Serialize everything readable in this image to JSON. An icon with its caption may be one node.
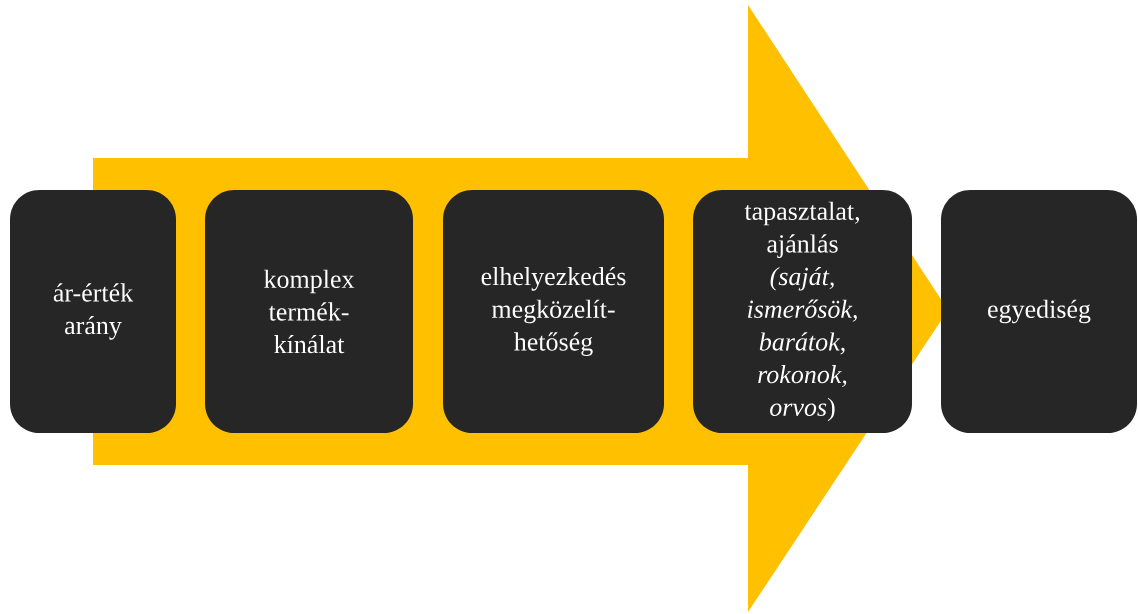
{
  "diagram": {
    "nodes": [
      {
        "text": [
          "ár-érték arány"
        ]
      },
      {
        "text": [
          "komplex termék- kínálat"
        ]
      },
      {
        "text": [
          "elhelyezkedés megközelít- hetőség"
        ]
      },
      {
        "text": [
          "tapasztalat, ajánlás *(saját, ismerősök, barátok, rokonok, orvos*)"
        ]
      },
      {
        "text": [
          "egyediség"
        ]
      }
    ],
    "edges": [
      {
        "from": 0,
        "to": 4,
        "arrow": "to"
      }
    ]
  }
}
